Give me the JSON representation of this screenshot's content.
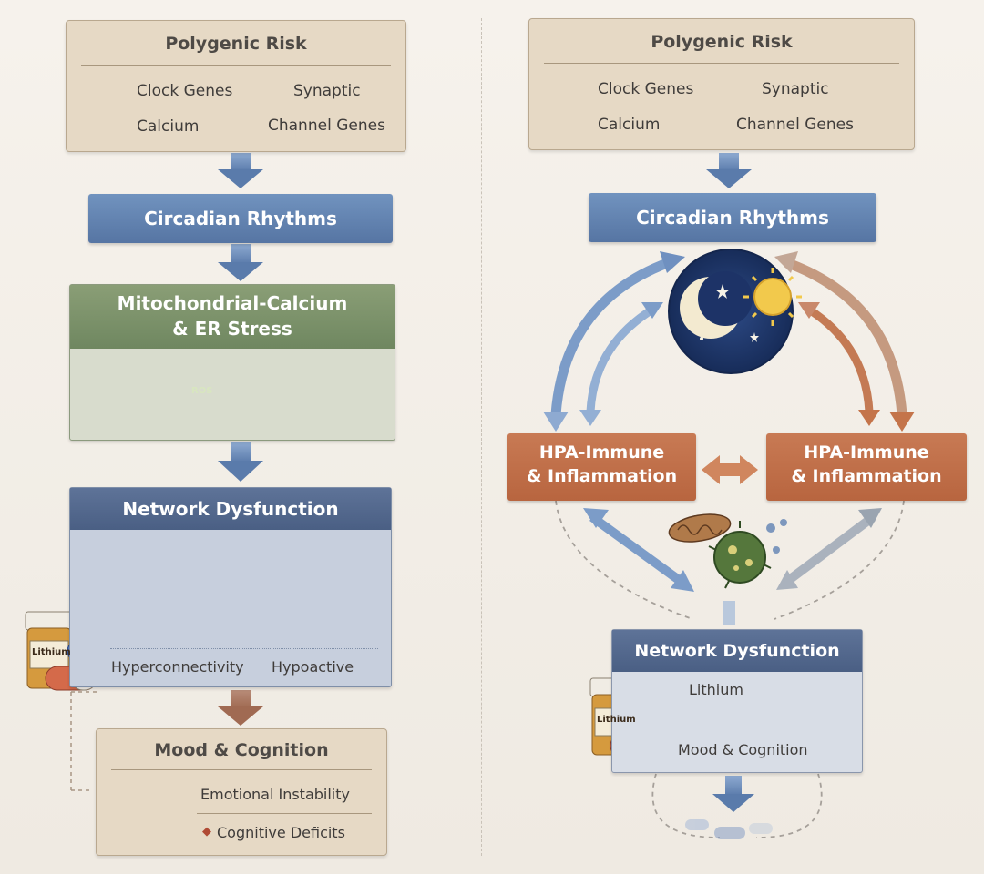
{
  "left": {
    "polygenic": {
      "title": "Polygenic Risk",
      "clock": "Clock Genes",
      "synaptic": "Synaptic",
      "calcium": "Calcium",
      "channel": "Channel Genes"
    },
    "circadian": "Circadian Rhythms",
    "mito": {
      "line1": "Mitochondrial-Calcium",
      "line2": "& ER Stress",
      "ros": "ROS"
    },
    "network": {
      "title": "Network Dysfunction",
      "hyper": "Hyperconnectivity",
      "hypo": "Hypoactive"
    },
    "lithium": "Lithium",
    "mood": {
      "title": "Mood & Cognition",
      "emotional": "Emotional Instability",
      "cognitive": "Cognitive Deficits"
    }
  },
  "right": {
    "polygenic": {
      "title": "Polygenic Risk",
      "clock": "Clock Genes",
      "synaptic": "Synaptic",
      "calcium": "Calcium",
      "channel": "Channel Genes"
    },
    "circadian": "Circadian Rhythms",
    "hpa_left": {
      "line1": "HPA-Immune",
      "line2": "& Inflammation"
    },
    "hpa_right": {
      "line1": "HPA-Immune",
      "line2": "& Inflammation"
    },
    "network": {
      "title": "Network Dysfunction",
      "lithium": "Lithium",
      "mood": "Mood & Cognition"
    },
    "lithium_bottle": "Lithium"
  },
  "colors": {
    "blue": "#6283b3",
    "orange": "#c06f48",
    "green": "#7a9068",
    "beige": "#e6d9c5",
    "navy": "#1f3764"
  }
}
